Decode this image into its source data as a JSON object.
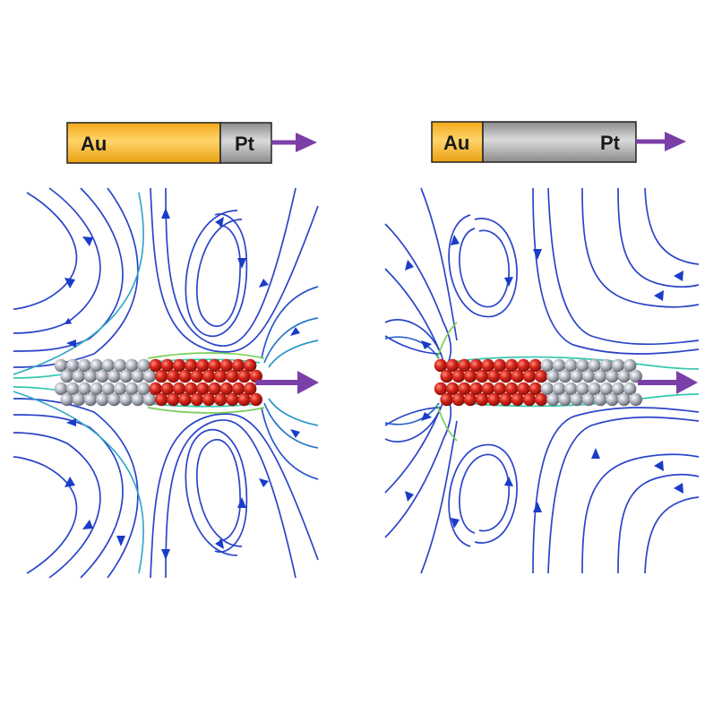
{
  "panels": [
    {
      "id": "left",
      "rod": {
        "segments": [
          {
            "label": "Au",
            "color": "#f7b82a",
            "fraction": 0.75
          },
          {
            "label": "Pt",
            "color": "#b4b4b4",
            "fraction": 0.25
          }
        ]
      },
      "particle_order": [
        "gray",
        "red"
      ]
    },
    {
      "id": "right",
      "rod": {
        "segments": [
          {
            "label": "Au",
            "color": "#f7b82a",
            "fraction": 0.25
          },
          {
            "label": "Pt",
            "color": "#a8a8a8",
            "fraction": 0.75
          }
        ]
      },
      "particle_order": [
        "red",
        "gray"
      ]
    }
  ],
  "colors": {
    "streamline": "#2a45c8",
    "streamline_near": "#35c8b0",
    "motion_arrow": "#7b3fa8",
    "rod_outline": "#222222",
    "atom_red": "#d8261c",
    "atom_gray": "#b8bcc6"
  }
}
